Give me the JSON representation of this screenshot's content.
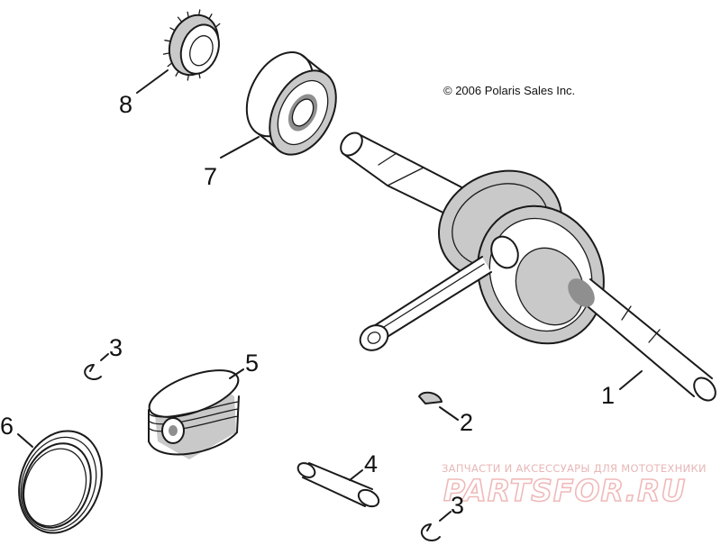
{
  "copyright": "© 2006 Polaris Sales Inc.",
  "callouts": [
    {
      "id": "8",
      "label": "8"
    },
    {
      "id": "7",
      "label": "7"
    },
    {
      "id": "1",
      "label": "1"
    },
    {
      "id": "3a",
      "label": "3"
    },
    {
      "id": "5",
      "label": "5"
    },
    {
      "id": "6",
      "label": "6"
    },
    {
      "id": "2",
      "label": "2"
    },
    {
      "id": "4",
      "label": "4"
    },
    {
      "id": "3b",
      "label": "3"
    }
  ],
  "watermark": {
    "tagline": "ЗАПЧАСТИ И АКСЕССУАРЫ ДЛЯ МОТОТЕХНИКИ",
    "brand": "PARTSFOR.RU"
  },
  "colors": {
    "line": "#1a1a1a",
    "shade": "#c9c9c9",
    "watermark": "#f0b9b9"
  }
}
